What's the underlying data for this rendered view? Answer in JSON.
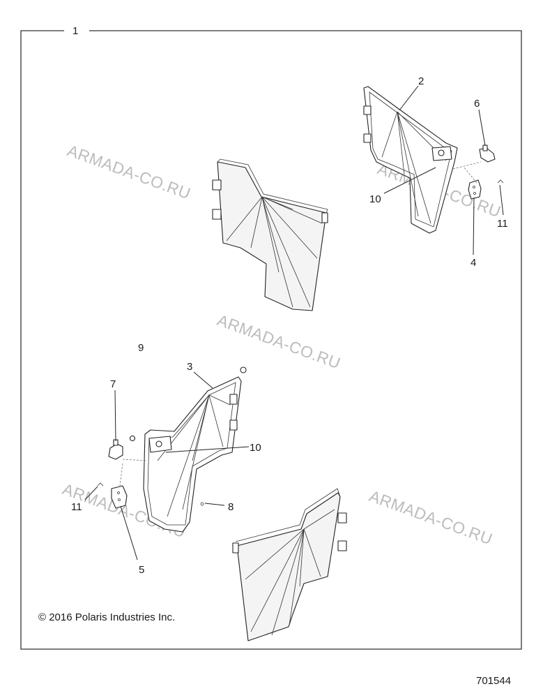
{
  "diagram": {
    "frame_label": "1",
    "callouts": {
      "c2": "2",
      "c3": "3",
      "c4": "4",
      "c5": "5",
      "c6": "6",
      "c7": "7",
      "c8": "8",
      "c9": "9",
      "c10a": "10",
      "c10b": "10",
      "c11a": "11",
      "c11b": "11"
    },
    "watermarks": [
      "ARMADA-CO.RU",
      "ARMADA-CO.RU",
      "ARMADA-CO.RU",
      "ARMADA-CO.RU",
      "ARMADA-CO.RU"
    ],
    "copyright": "© 2016 Polaris Industries Inc.",
    "figure_number": "701544"
  }
}
